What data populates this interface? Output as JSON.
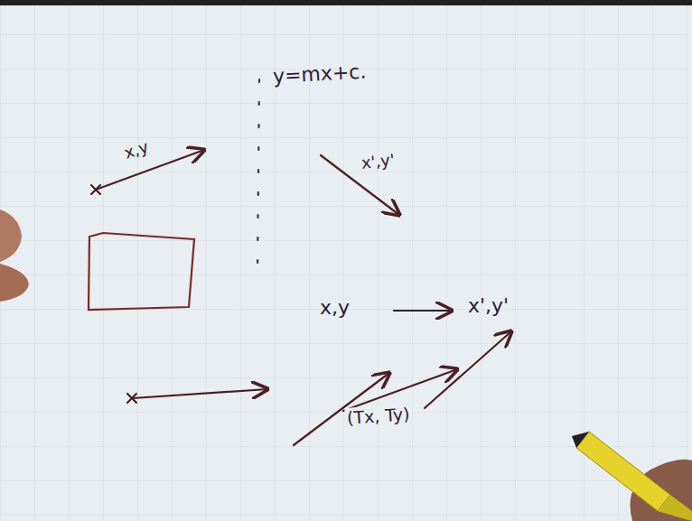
{
  "diagram": {
    "labels": [
      "y=mx+c.",
      "x,y",
      "x',y'",
      "x,y",
      "x',y'",
      "(Tx, Ty)"
    ]
  }
}
